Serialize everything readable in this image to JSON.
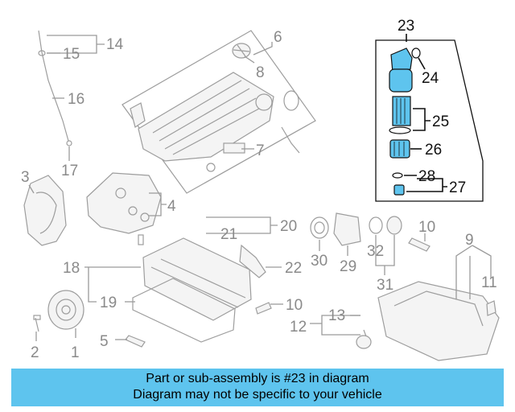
{
  "diagram": {
    "callouts": [
      "1",
      "2",
      "3",
      "4",
      "5",
      "6",
      "7",
      "8",
      "9",
      "10",
      "10",
      "11",
      "12",
      "13",
      "14",
      "15",
      "16",
      "17",
      "18",
      "19",
      "20",
      "21",
      "22",
      "23",
      "24",
      "25",
      "26",
      "27",
      "28",
      "29",
      "30",
      "31",
      "32"
    ],
    "highlighted_part": "23",
    "highlight_color": "#5ec4ee"
  },
  "banner": {
    "line1": "Part or sub-assembly is #23 in diagram",
    "line2": "Diagram may not be specific to your vehicle",
    "background": "#5ec4ee"
  }
}
